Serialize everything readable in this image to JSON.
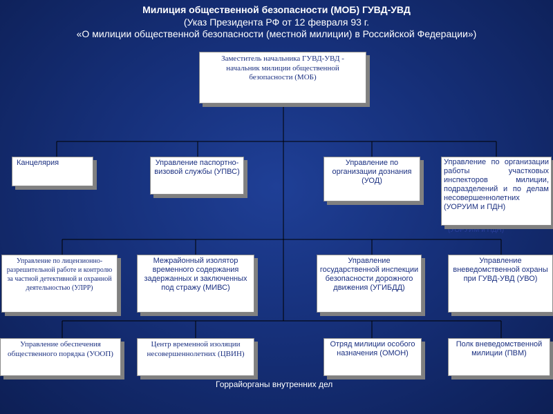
{
  "header": {
    "title": "Милиция общественной безопасности (МОБ) ГУВД-УВД",
    "subtitle": "(Указ Президента РФ от 12 февраля 93 г.",
    "decree": "«О милиции общественной безопасности (местной милиции) в Российской Федерации»)"
  },
  "chart_data": {
    "type": "org-chart",
    "nodes": {
      "head": "Заместитель начальника ГУВД-УВД - начальник милиции общественной безопасности (МОБ)",
      "kantselyariya": "Канцелярия",
      "upvs": "Управление паспортно-визовой службы (УПВС)",
      "uod": "Управление по организации дознания (УОД)",
      "uorum": "Управление по организации работы участковых инспекторов милиции, подразделений и по делам несовершеннолетних (УОРУИМ и ПДН)",
      "ulrr": "Управление по лицензионно-разрешительной работе и контролю за частной детективной и охранной деятельностью (УЛРР)",
      "mivs": "Межрайонный изолятор временного содержания задержанных и заключенных под стражу (МИВС)",
      "ugibdd": "Управление государственной инспекции безопасности дорожного движения (УГИБДД)",
      "uvo": "Управление вневедомственной охраны при ГУВД-УВД (УВО)",
      "uoop": "Управление обеспечения общественного порядка (УООП)",
      "tsvin": "Центр временной изоляции несовершеннолетних (ЦВИН)",
      "omon": "Отряд милиции особого назначения (ОМОН)",
      "pvm": "Полк вневедомственной милиции (ПВМ)"
    },
    "edges": [
      [
        "head",
        "kantselyariya"
      ],
      [
        "head",
        "upvs"
      ],
      [
        "head",
        "uod"
      ],
      [
        "head",
        "uorum"
      ],
      [
        "head",
        "ulrr"
      ],
      [
        "head",
        "mivs"
      ],
      [
        "head",
        "ugibdd"
      ],
      [
        "head",
        "uvo"
      ],
      [
        "head",
        "uoop"
      ],
      [
        "head",
        "tsvin"
      ],
      [
        "head",
        "omon"
      ],
      [
        "head",
        "pvm"
      ]
    ],
    "ghost_text": "(УОРУИМ и ПДН)"
  },
  "footnote": "Горрайорганы внутренних дел",
  "colors": {
    "background": "#16307a",
    "box_text": "#1a2f80",
    "box_shadow": "#808080",
    "lines": "#000000"
  }
}
